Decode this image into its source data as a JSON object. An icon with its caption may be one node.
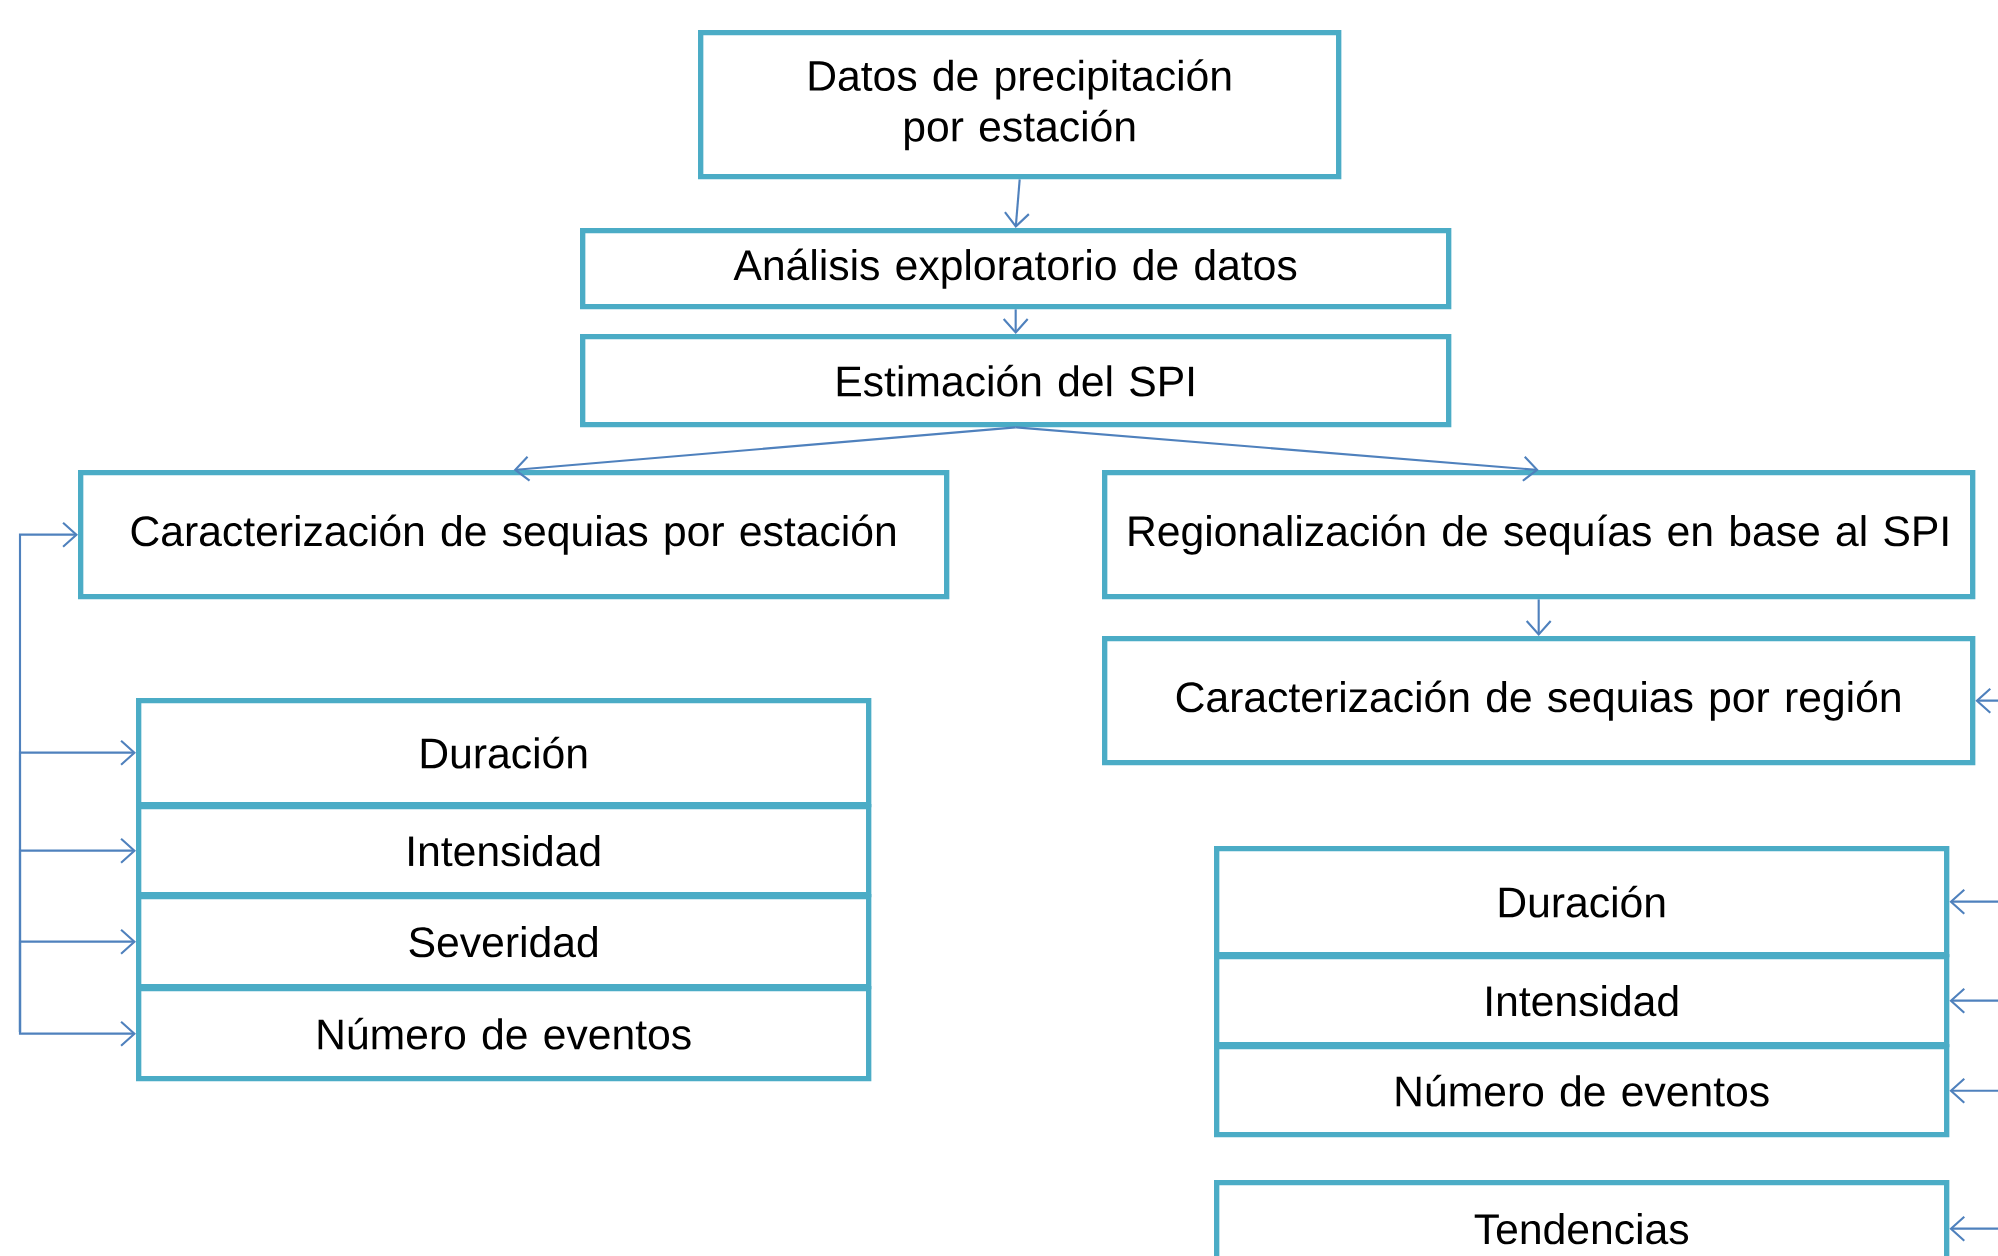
{
  "diagram": {
    "nodes": [
      {
        "text": [
          "Datos de precipitación por estación"
        ]
      },
      {
        "text": [
          "Análisis exploratorio de datos"
        ]
      },
      {
        "text": [
          "Estimación del SPI"
        ]
      },
      {
        "text": [
          "Caracterización de sequias por estación"
        ]
      },
      {
        "text": [
          "Regionalización de sequías en base al SPI"
        ]
      },
      {
        "text": [
          "Caracterización de sequias por región"
        ]
      },
      {
        "text": [
          "Duración"
        ]
      },
      {
        "text": [
          "Intensidad"
        ]
      },
      {
        "text": [
          "Severidad"
        ]
      },
      {
        "text": [
          "Número de eventos"
        ]
      },
      {
        "text": [
          "Duración"
        ]
      },
      {
        "text": [
          "Intensidad"
        ]
      },
      {
        "text": [
          "Número de eventos"
        ]
      },
      {
        "text": [
          "Tendencias"
        ]
      }
    ],
    "edges": [
      {
        "from": 0,
        "to": 1,
        "arrow": "to"
      },
      {
        "from": 1,
        "to": 2,
        "arrow": "to"
      },
      {
        "from": 2,
        "to": 3,
        "arrow": "to"
      },
      {
        "from": 2,
        "to": 4,
        "arrow": "to"
      },
      {
        "from": 4,
        "to": 5,
        "arrow": "to"
      },
      {
        "from": null,
        "to": 3,
        "arrow": "to"
      },
      {
        "from": null,
        "to": 6,
        "arrow": "to"
      },
      {
        "from": null,
        "to": 7,
        "arrow": "to"
      },
      {
        "from": null,
        "to": 8,
        "arrow": "to"
      },
      {
        "from": null,
        "to": 9,
        "arrow": "to"
      },
      {
        "from": null,
        "to": 5,
        "arrow": "to"
      },
      {
        "from": null,
        "to": 10,
        "arrow": "to"
      },
      {
        "from": null,
        "to": 11,
        "arrow": "to"
      },
      {
        "from": null,
        "to": 12,
        "arrow": "to"
      },
      {
        "from": null,
        "to": 13,
        "arrow": "to"
      }
    ]
  }
}
